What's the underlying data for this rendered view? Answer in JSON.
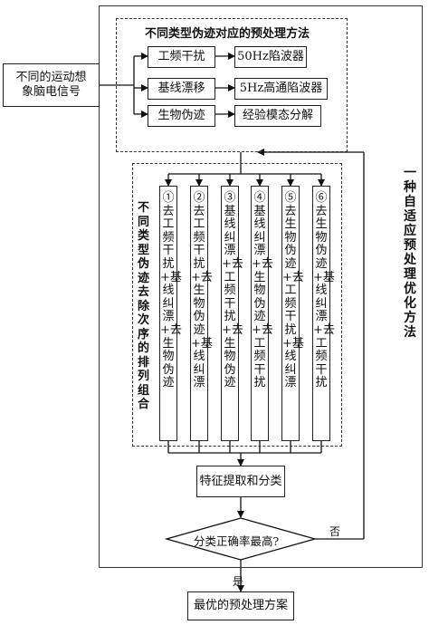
{
  "input_signal": "不同的运动想\n象脑电信号",
  "method_title": "一种自适应预处理优化方法",
  "preprocess": {
    "title": "不同类型伪迹对应的预处理方法",
    "rows": [
      {
        "artifact": "工频干扰",
        "method": "50Hz陷波器"
      },
      {
        "artifact": "基线漂移",
        "method": "5Hz高通陷波器"
      },
      {
        "artifact": "生物伪迹",
        "method": "经验模态分解"
      }
    ]
  },
  "combo_title": "不同类型伪迹去除次序的排列组合",
  "combos": [
    "①去工频干扰+基线纠漂+去生物伪迹",
    "②去工频干扰+去生物伪迹+基线纠漂",
    "③基线纠漂+去工频干扰+去生物伪迹",
    "④基线纠漂+去生物伪迹+去工频干扰",
    "⑤去生物伪迹+去工频干扰+基线纠漂",
    "⑥去生物伪迹+基线纠漂+去工频干扰"
  ],
  "feature_step": "特征提取和分类",
  "decision": "分类正确率最高?",
  "no_label": "否",
  "yes_label": "是",
  "final_step": "最优的预处理方案"
}
